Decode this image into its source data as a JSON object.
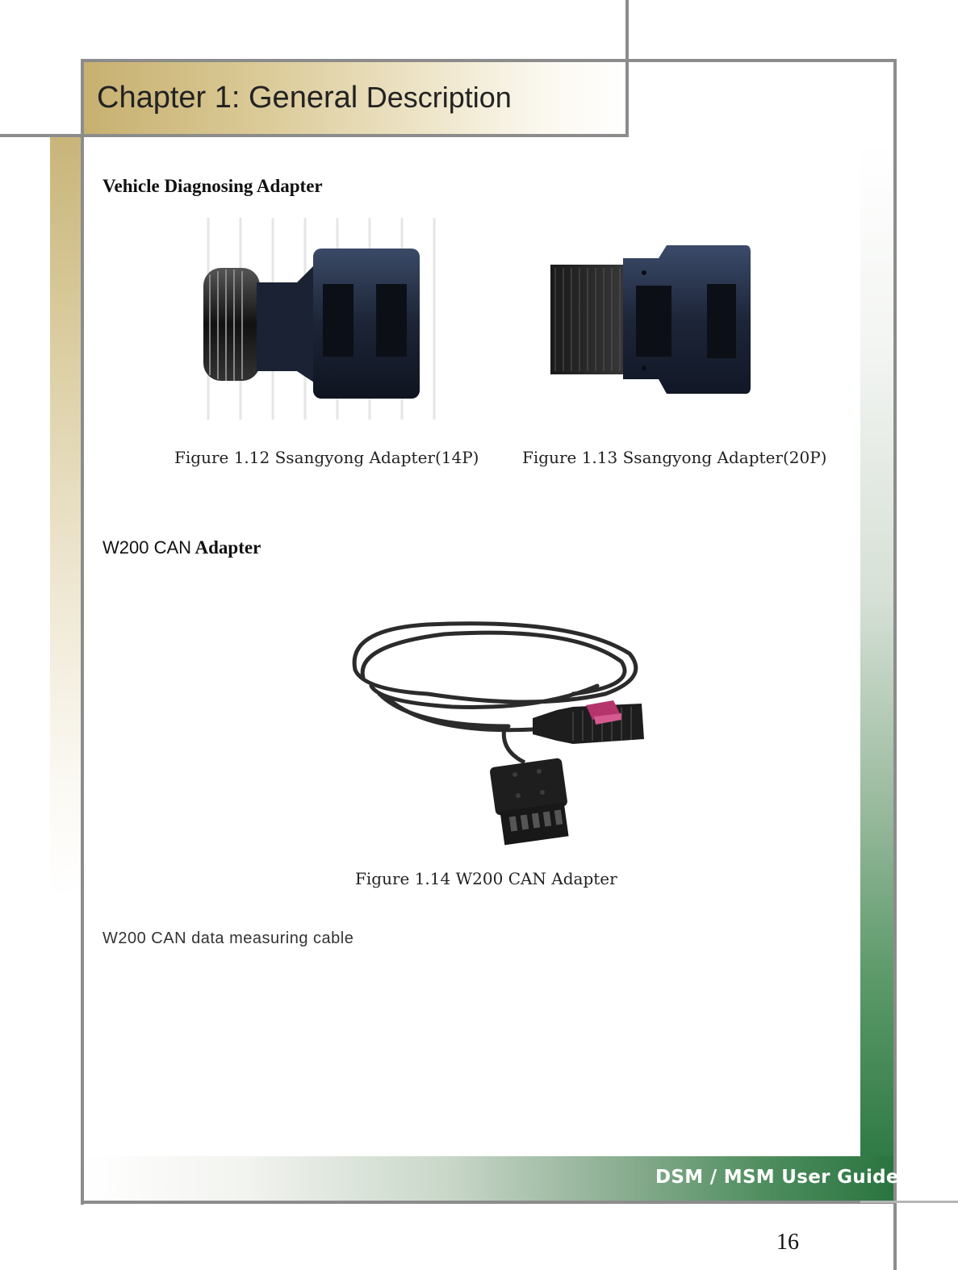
{
  "header": {
    "chapter_title": "Chapter 1: General",
    "chapter_title_suffix": "Description"
  },
  "sections": {
    "vehicle_adapter_heading": "Vehicle Diagnosing Adapter",
    "w200_heading_prefix": "W200 CAN",
    "w200_heading_suffix": "Adapter"
  },
  "figures": {
    "fig_112_caption": "Figure 1.12 Ssangyong Adapter(14P)",
    "fig_113_caption": "Figure 1.13 Ssangyong Adapter(20P)",
    "fig_114_caption": "Figure 1.14 W200 CAN Adapter"
  },
  "body": {
    "w200_description": "W200 CAN data measuring cable"
  },
  "footer": {
    "guide_title": "DSM / MSM User Guide",
    "page_number": "16"
  },
  "colors": {
    "gold_accent": "#c7b070",
    "green_accent": "#2a7440",
    "frame_grey": "#8c8c8c"
  }
}
